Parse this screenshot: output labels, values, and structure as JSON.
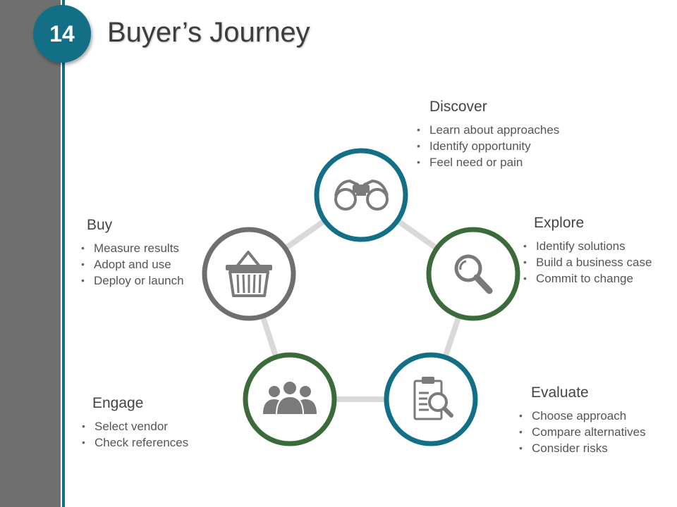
{
  "slide": {
    "number": "14",
    "title": "Buyer’s Journey"
  },
  "colors": {
    "teal": "#136f85",
    "green": "#3b6b3b",
    "gray": "#6f6f6f",
    "connector": "#d9d9d9",
    "icon": "#7a7a7a"
  },
  "stages": [
    {
      "id": "discover",
      "title": "Discover",
      "icon": "binoculars-icon",
      "ring": "teal",
      "items": [
        "Learn about approaches",
        "Identify opportunity",
        "Feel need or pain"
      ]
    },
    {
      "id": "explore",
      "title": "Explore",
      "icon": "magnifier-icon",
      "ring": "green",
      "items": [
        "Identify solutions",
        "Build a business case",
        "Commit to change"
      ]
    },
    {
      "id": "evaluate",
      "title": "Evaluate",
      "icon": "clipboard-search-icon",
      "ring": "teal",
      "items": [
        "Choose approach",
        "Compare alternatives",
        "Consider risks"
      ]
    },
    {
      "id": "engage",
      "title": "Engage",
      "icon": "people-group-icon",
      "ring": "green",
      "items": [
        "Select vendor",
        "Check references"
      ]
    },
    {
      "id": "buy",
      "title": "Buy",
      "icon": "shopping-basket-icon",
      "ring": "gray",
      "items": [
        "Measure results",
        "Adopt and use",
        "Deploy or launch"
      ]
    }
  ]
}
